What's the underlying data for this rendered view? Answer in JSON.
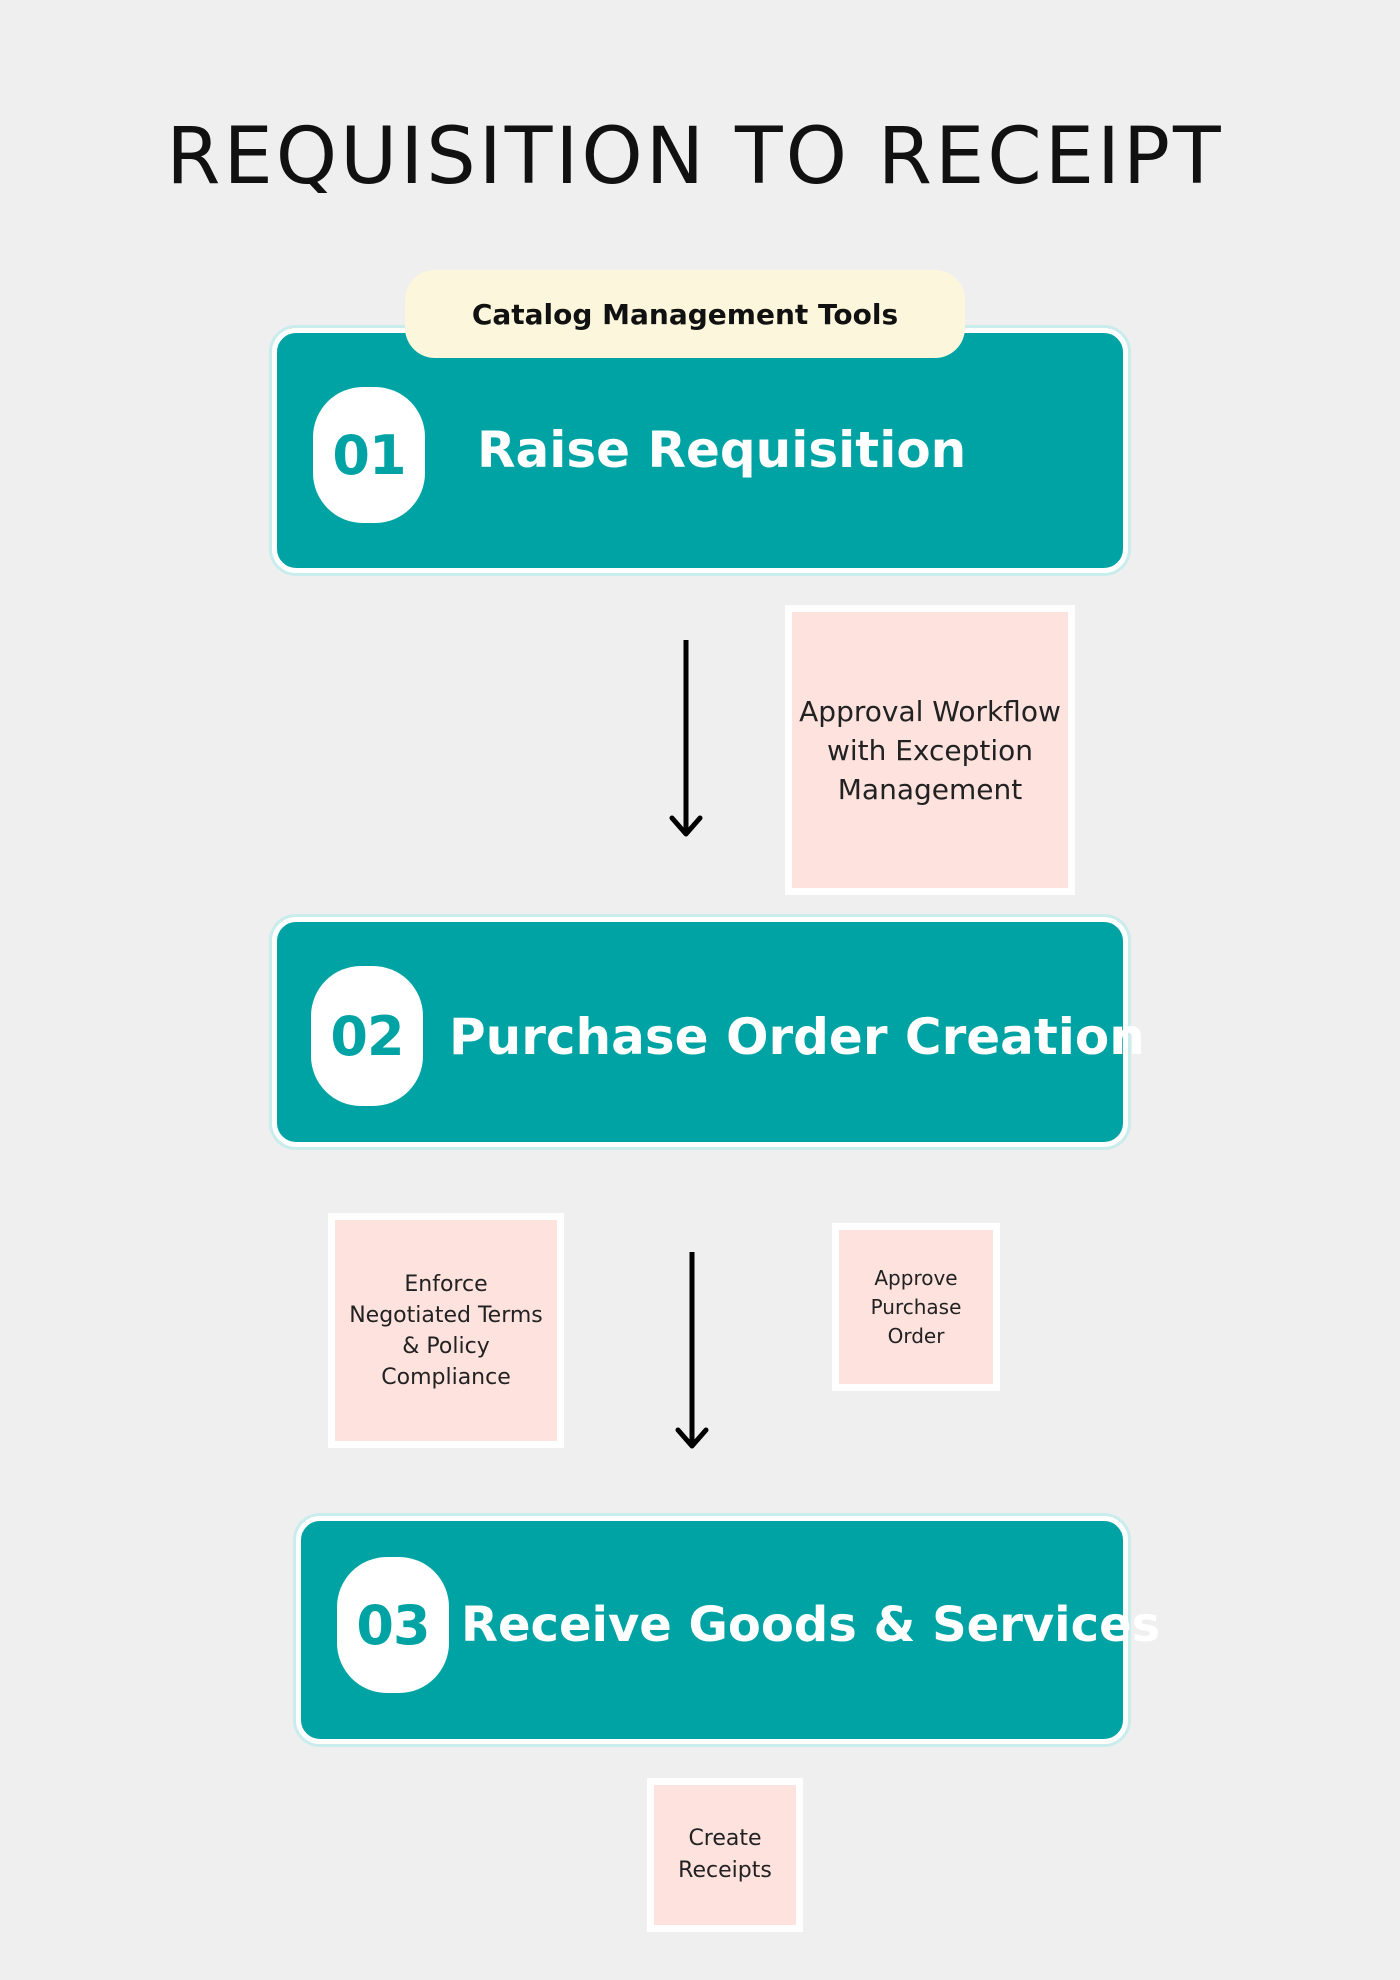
{
  "title": "REQUISITION TO RECEIPT",
  "tag": "Catalog Management Tools",
  "steps": [
    {
      "number": "01",
      "label": "Raise Requisition"
    },
    {
      "number": "02",
      "label": "Purchase Order Creation"
    },
    {
      "number": "03",
      "label": "Receive Goods & Services"
    }
  ],
  "notes": {
    "approval_workflow": "Approval Workflow with Exception Management",
    "enforce_terms": "Enforce Negotiated Terms & Policy Compliance",
    "approve_po": "Approve Purchase Order",
    "create_receipts": "Create Receipts"
  },
  "colors": {
    "background": "#efefef",
    "step_fill": "#00a3a3",
    "tag_fill": "#fbf6dc",
    "note_fill": "#fde2de"
  }
}
